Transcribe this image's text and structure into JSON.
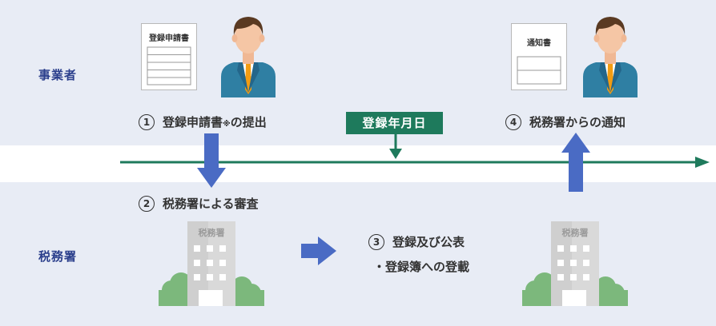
{
  "lanes": {
    "business": "事業者",
    "tax_office": "税務署"
  },
  "timeline": {
    "date_badge": "登録年月日"
  },
  "documents": {
    "application": "登録申請書",
    "notice": "通知書"
  },
  "buildings": {
    "left_label": "税務署",
    "right_label": "税務署"
  },
  "steps": [
    {
      "num": "1",
      "text": "登録申請書",
      "note": "※",
      "tail": "の提出"
    },
    {
      "num": "2",
      "text": "税務署による審査"
    },
    {
      "num": "3",
      "text": "登録及び公表",
      "sub": "・登録簿への登載"
    },
    {
      "num": "4",
      "text": "税務署からの通知"
    }
  ],
  "colors": {
    "lane_label": "#2b3f8c",
    "timeline": "#1e7a5c",
    "arrow": "#4a6bc4",
    "band": "#e8ecf5"
  }
}
